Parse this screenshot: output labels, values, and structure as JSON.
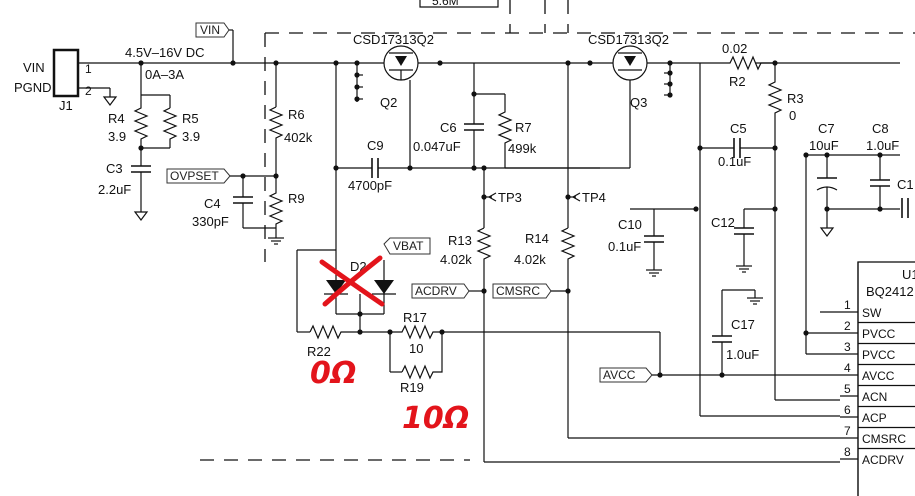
{
  "connector": {
    "ref": "J1",
    "pin1_net": "VIN",
    "pin2_net": "PGND",
    "pin1": "1",
    "pin2": "2"
  },
  "supply": {
    "voltage_range": "4.5V–16V DC",
    "current_range": "0A–3A"
  },
  "net_flags": {
    "vin": "VIN",
    "ovpset": "OVPSET",
    "vbat": "VBAT",
    "acdrv": "ACDRV",
    "cmsrc": "CMSRC",
    "avcc": "AVCC"
  },
  "components": {
    "r4": {
      "ref": "R4",
      "value": "3.9"
    },
    "r5": {
      "ref": "R5",
      "value": "3.9"
    },
    "c3": {
      "ref": "C3",
      "value": "2.2uF"
    },
    "c4": {
      "ref": "C4",
      "value": "330pF"
    },
    "r6": {
      "ref": "R6",
      "value": "402k"
    },
    "r9": {
      "ref": "R9",
      "value": ""
    },
    "q2": {
      "ref": "Q2",
      "part": "CSD17313Q2"
    },
    "q3": {
      "ref": "Q3",
      "part": "CSD17313Q2"
    },
    "c9": {
      "ref": "C9",
      "value": "4700pF"
    },
    "c6": {
      "ref": "C6",
      "value": "0.047uF"
    },
    "r7": {
      "ref": "R7",
      "value": "499k"
    },
    "r13": {
      "ref": "R13",
      "value": "4.02k"
    },
    "r14": {
      "ref": "R14",
      "value": "4.02k"
    },
    "tp3": {
      "ref": "TP3"
    },
    "tp4": {
      "ref": "TP4"
    },
    "d2": {
      "ref": "D2"
    },
    "r22": {
      "ref": "R22"
    },
    "r17": {
      "ref": "R17",
      "value": "10"
    },
    "r19": {
      "ref": "R19"
    },
    "r2": {
      "ref": "R2",
      "value": "0.02"
    },
    "r3": {
      "ref": "R3",
      "value": "0"
    },
    "c5": {
      "ref": "C5",
      "value": "0.1uF"
    },
    "c10": {
      "ref": "C10",
      "value": "0.1uF"
    },
    "c12": {
      "ref": "C12"
    },
    "c17": {
      "ref": "C17",
      "value": "1.0uF"
    },
    "c7": {
      "ref": "C7",
      "value": "10uF"
    },
    "c8": {
      "ref": "C8",
      "value": "1.0uF"
    },
    "c1x": {
      "ref": "C1"
    },
    "top_res": {
      "value": "5.6M"
    }
  },
  "ic": {
    "ref": "U1",
    "part": "BQ2412",
    "pins": [
      {
        "num": "1",
        "name": "SW"
      },
      {
        "num": "2",
        "name": "PVCC"
      },
      {
        "num": "3",
        "name": "PVCC"
      },
      {
        "num": "4",
        "name": "AVCC"
      },
      {
        "num": "5",
        "name": "ACN"
      },
      {
        "num": "6",
        "name": "ACP"
      },
      {
        "num": "7",
        "name": "CMSRC"
      },
      {
        "num": "8",
        "name": "ACDRV"
      }
    ]
  },
  "annotations": {
    "r22_handwritten": "0Ω",
    "r19_handwritten": "10Ω",
    "d2_crossed_out": true,
    "ink_color": "#e3141b"
  }
}
